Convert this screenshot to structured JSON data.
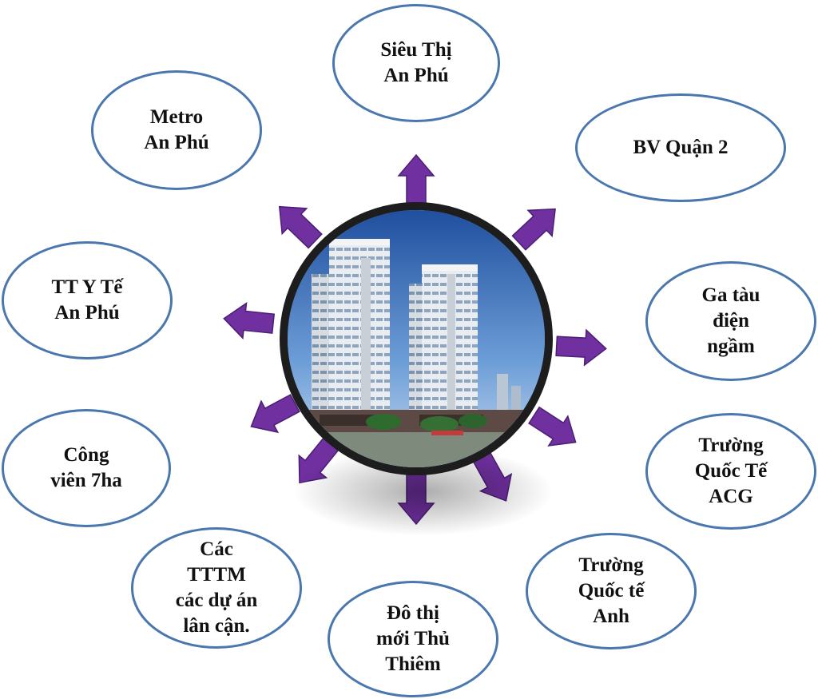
{
  "diagram": {
    "nodes": [
      {
        "id": "sieu-thi",
        "label": "Siêu Thị\nAn Phú"
      },
      {
        "id": "bv-quan-2",
        "label": "BV Quận 2"
      },
      {
        "id": "ga-tau",
        "label": "Ga tàu\nđiện\nngầm"
      },
      {
        "id": "truong-acg",
        "label": "Trường\nQuốc Tế\nACG"
      },
      {
        "id": "truong-anh",
        "label": "Trường\nQuốc tế\nAnh"
      },
      {
        "id": "do-thi",
        "label": "Đô thị\nmới Thủ\nThiêm"
      },
      {
        "id": "tttm",
        "label": "Các\nTTTM\ncác dự án\nlân cận."
      },
      {
        "id": "cong-vien",
        "label": "Công\nviên 7ha"
      },
      {
        "id": "tt-y-te",
        "label": "TT Y Tế\nAn Phú"
      },
      {
        "id": "metro",
        "label": "Metro\nAn Phú"
      }
    ],
    "colors": {
      "node_border": "#4a77ad",
      "arrow_fill": "#7030a0",
      "arrow_stroke": "#4a1f73",
      "hub_ring": "#1d1d1d"
    },
    "center_icon": "apartment-towers-photo"
  }
}
